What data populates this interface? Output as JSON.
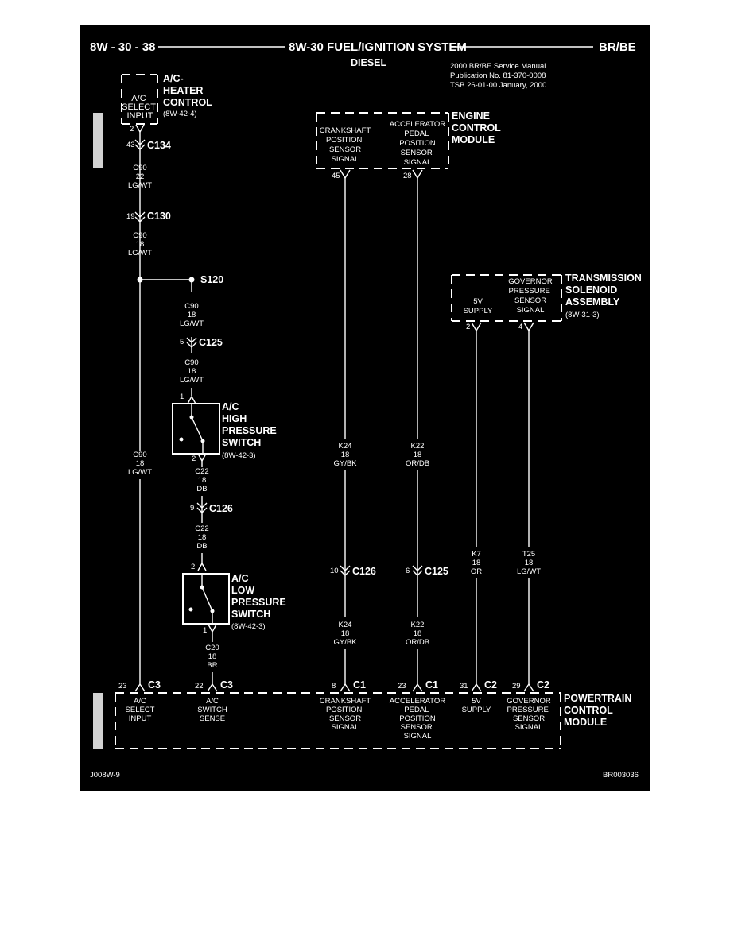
{
  "header": {
    "page_ref": "8W - 30 - 38",
    "title": "8W-30 FUEL/IGNITION SYSTEM",
    "subtitle": "DIESEL",
    "model": "BR/BE",
    "manual": "2000 BR/BE Service Manual",
    "publication": "Publication No. 81-370-0008",
    "tsb": "TSB 26-01-00     January, 2000"
  },
  "heater_control": {
    "name_lines": [
      "A/C-",
      "HEATER",
      "CONTROL"
    ],
    "ref": "(8W-42-4)",
    "pin_lines": [
      "A/C",
      "SELECT",
      "INPUT"
    ],
    "pin_no": "2"
  },
  "ecm": {
    "name_lines": [
      "ENGINE",
      "CONTROL",
      "MODULE"
    ],
    "pin_left_lines": [
      "CRANKSHAFT",
      "POSITION",
      "SENSOR",
      "SIGNAL"
    ],
    "pin_left_no": "45",
    "pin_right_lines": [
      "ACCELERATOR",
      "PEDAL",
      "POSITION",
      "SENSOR",
      "SIGNAL"
    ],
    "pin_right_no": "28"
  },
  "tsa": {
    "name_lines": [
      "TRANSMISSION",
      "SOLENOID",
      "ASSEMBLY"
    ],
    "ref": "(8W-31-3)",
    "pin_left_lines": [
      "5V",
      "SUPPLY"
    ],
    "pin_left_no": "2",
    "pin_right_lines": [
      "GOVERNOR",
      "PRESSURE",
      "SENSOR",
      "SIGNAL"
    ],
    "pin_right_no": "4"
  },
  "connectors": {
    "c134": {
      "pin": "43",
      "name": "C134"
    },
    "c130": {
      "pin": "19",
      "name": "C130"
    },
    "c125a": {
      "pin": "5",
      "name": "C125"
    },
    "c126a": {
      "pin": "9",
      "name": "C126"
    },
    "c126b": {
      "pin": "10",
      "name": "C126"
    },
    "c125b": {
      "pin": "6",
      "name": "C125"
    }
  },
  "splice": {
    "name": "S120"
  },
  "wires": {
    "w1": [
      "C90",
      "22",
      "LG/WT"
    ],
    "w2": [
      "C90",
      "18",
      "LG/WT"
    ],
    "w3": [
      "C90",
      "18",
      "LG/WT"
    ],
    "w4": [
      "C90",
      "18",
      "LG/WT"
    ],
    "w5": [
      "C90",
      "18",
      "LG/WT"
    ],
    "w6": [
      "C22",
      "18",
      "DB"
    ],
    "w7": [
      "C22",
      "18",
      "DB"
    ],
    "w8": [
      "C20",
      "18",
      "BR"
    ],
    "w9": [
      "K24",
      "18",
      "GY/BK"
    ],
    "w10": [
      "K22",
      "18",
      "OR/DB"
    ],
    "w11": [
      "K24",
      "18",
      "GY/BK"
    ],
    "w12": [
      "K22",
      "18",
      "OR/DB"
    ],
    "w13": [
      "K7",
      "18",
      "OR"
    ],
    "w14": [
      "T25",
      "18",
      "LG/WT"
    ]
  },
  "hps": {
    "name_lines": [
      "A/C",
      "HIGH",
      "PRESSURE",
      "SWITCH"
    ],
    "ref": "(8W-42-3)",
    "pin_top": "1",
    "pin_bottom": "2"
  },
  "lps": {
    "name_lines": [
      "A/C",
      "LOW",
      "PRESSURE",
      "SWITCH"
    ],
    "ref": "(8W-42-3)",
    "pin_top": "2",
    "pin_bottom": "1"
  },
  "pcm": {
    "name_lines": [
      "POWERTRAIN",
      "CONTROL",
      "MODULE"
    ],
    "pins": [
      {
        "no": "23",
        "conn": "C3",
        "lines": [
          "A/C",
          "SELECT",
          "INPUT"
        ]
      },
      {
        "no": "22",
        "conn": "C3",
        "lines": [
          "A/C",
          "SWITCH",
          "SENSE"
        ]
      },
      {
        "no": "8",
        "conn": "C1",
        "lines": [
          "CRANKSHAFT",
          "POSITION",
          "SENSOR",
          "SIGNAL"
        ]
      },
      {
        "no": "23",
        "conn": "C1",
        "lines": [
          "ACCELERATOR",
          "PEDAL",
          "POSITION",
          "SENSOR",
          "SIGNAL"
        ]
      },
      {
        "no": "31",
        "conn": "C2",
        "lines": [
          "5V",
          "SUPPLY"
        ]
      },
      {
        "no": "29",
        "conn": "C2",
        "lines": [
          "GOVERNOR",
          "PRESSURE",
          "SENSOR",
          "SIGNAL"
        ]
      }
    ]
  },
  "footer": {
    "left": "J008W-9",
    "right": "BR003036"
  }
}
